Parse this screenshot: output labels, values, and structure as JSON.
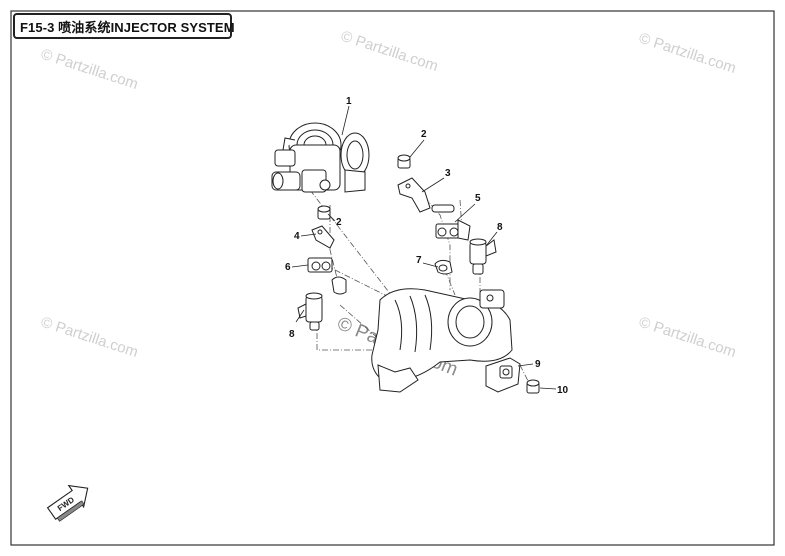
{
  "title": "F15-3 喷油系统INJECTOR SYSTEM",
  "watermark": "© Partzilla.com",
  "watermark_center": "© Partzilla.com",
  "fwd_label": "FWD",
  "parts": [
    {
      "num": "1"
    },
    {
      "num": "2"
    },
    {
      "num": "3"
    },
    {
      "num": "5"
    },
    {
      "num": "2"
    },
    {
      "num": "4"
    },
    {
      "num": "8"
    },
    {
      "num": "6"
    },
    {
      "num": "7"
    },
    {
      "num": "8"
    },
    {
      "num": "9"
    },
    {
      "num": "10"
    }
  ]
}
